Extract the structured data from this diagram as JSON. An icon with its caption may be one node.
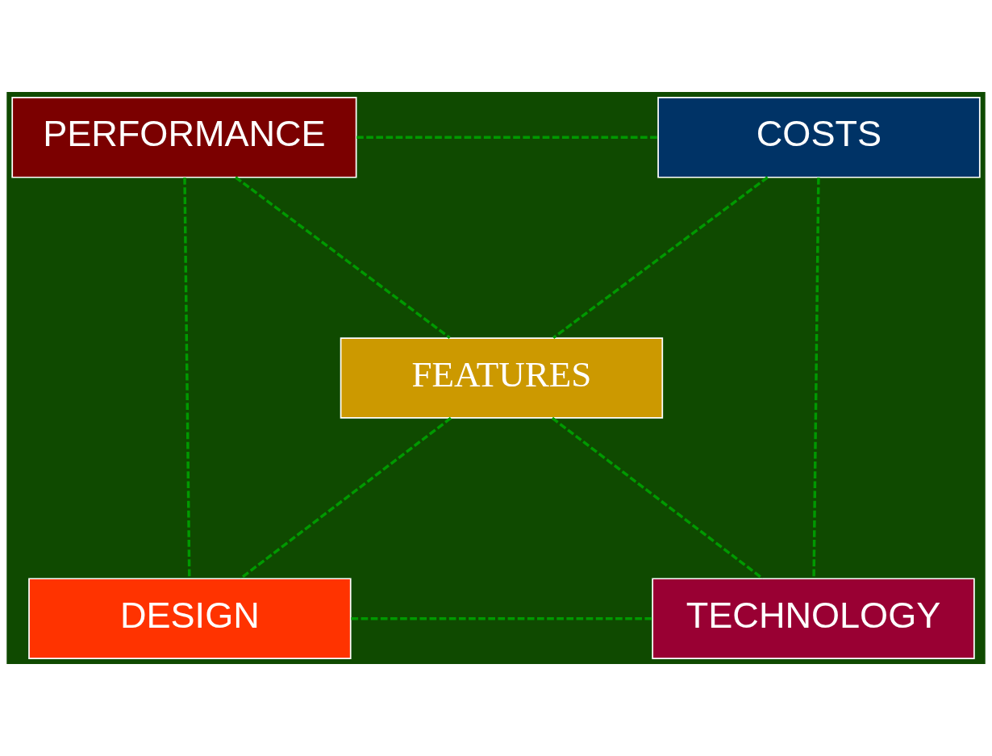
{
  "diagram": {
    "nodes": [
      {
        "text": [
          "PERFORMANCE"
        ]
      },
      {
        "text": [
          "COSTS"
        ]
      },
      {
        "text": [
          "FEATURES"
        ]
      },
      {
        "text": [
          "DESIGN"
        ]
      },
      {
        "text": [
          "TECHNOLOGY"
        ]
      }
    ],
    "edges": [
      {
        "from": 0,
        "to": 1,
        "arrow": "none",
        "style": "dashed"
      },
      {
        "from": 0,
        "to": 3,
        "arrow": "none",
        "style": "dashed"
      },
      {
        "from": 3,
        "to": 4,
        "arrow": "none",
        "style": "dashed"
      },
      {
        "from": 1,
        "to": 4,
        "arrow": "none",
        "style": "dashed"
      },
      {
        "from": 0,
        "to": 2,
        "arrow": "none",
        "style": "dashed"
      },
      {
        "from": 1,
        "to": 2,
        "arrow": "none",
        "style": "dashed"
      },
      {
        "from": 2,
        "to": 3,
        "arrow": "none",
        "style": "dashed"
      },
      {
        "from": 2,
        "to": 4,
        "arrow": "none",
        "style": "dashed"
      }
    ]
  }
}
